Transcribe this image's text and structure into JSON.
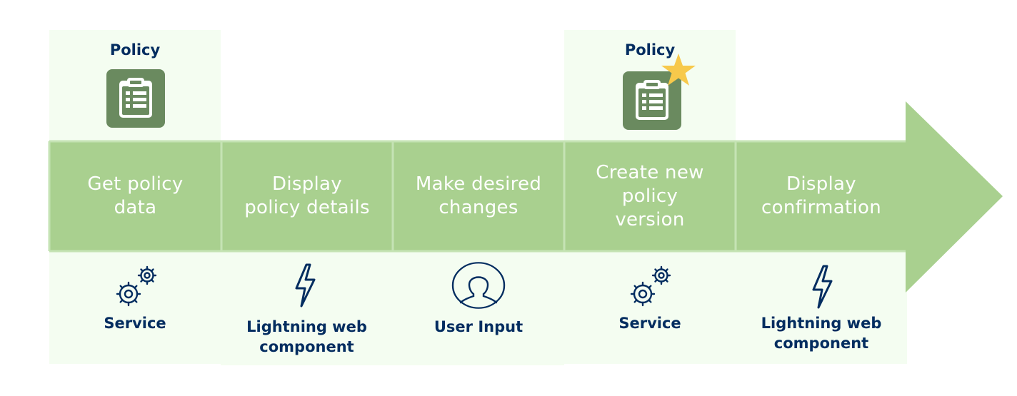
{
  "colors": {
    "band": "#a9d08f",
    "band_divider": "#c5e3b4",
    "panel": "#f4fdf1",
    "policy_icon": "#6a8a5f",
    "label_text": "#032d60",
    "step_text": "#ffffff",
    "star": "#f7c94b"
  },
  "objects": [
    {
      "label": "Policy",
      "icon": "clipboard-icon",
      "highlighted": false
    },
    {
      "label": "Policy",
      "icon": "clipboard-icon",
      "highlighted": true
    }
  ],
  "steps": [
    {
      "label": "Get policy\ndata"
    },
    {
      "label": "Display\npolicy details"
    },
    {
      "label": "Make desired\nchanges"
    },
    {
      "label": "Create new\npolicy\nversion"
    },
    {
      "label": "Display\nconfirmation"
    }
  ],
  "components": [
    {
      "label": "Service",
      "icon": "gears-icon"
    },
    {
      "label": "Lightning web\ncomponent",
      "icon": "lightning-bolt-icon"
    },
    {
      "label": "User Input",
      "icon": "user-icon"
    },
    {
      "label": "Service",
      "icon": "gears-icon"
    },
    {
      "label": "Lightning web\ncomponent",
      "icon": "lightning-bolt-icon"
    }
  ]
}
